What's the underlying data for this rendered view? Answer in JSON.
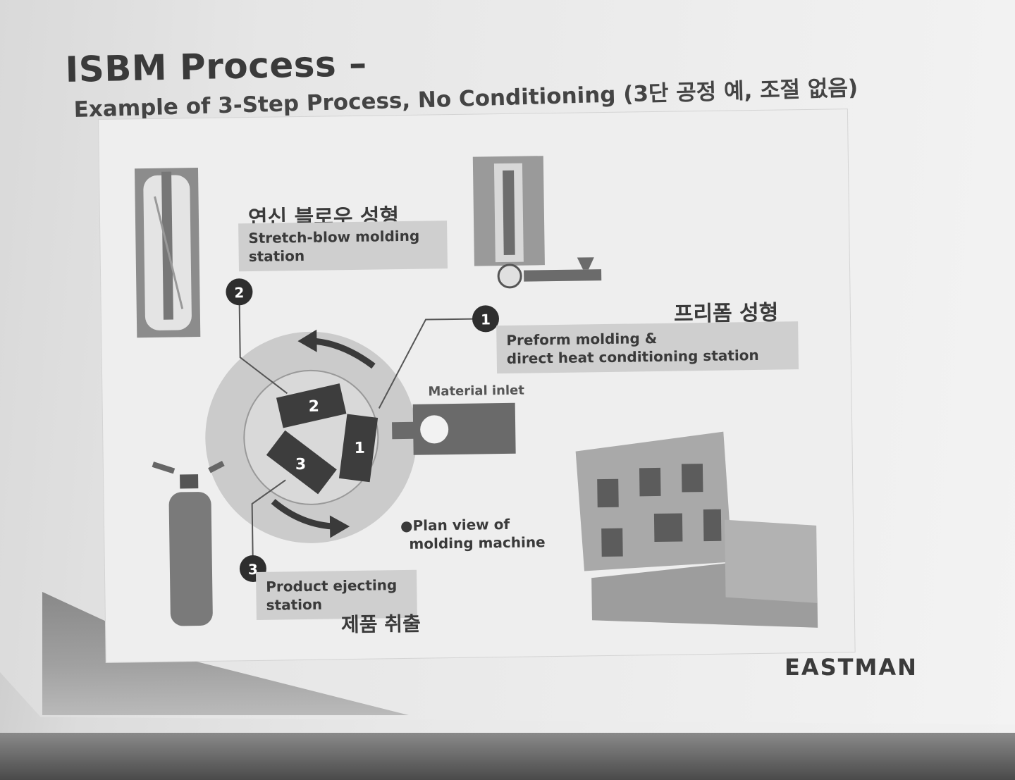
{
  "slide": {
    "title": "ISBM Process –",
    "subtitle": "Example of 3-Step Process, No Conditioning (3단 공정 예, 조절 없음)",
    "logo": "EASTMAN"
  },
  "stations": {
    "s2_ko": "연신 블로우 성형",
    "s2_en_line1": "Stretch-blow molding",
    "s2_en_line2": "station",
    "s1_ko": "프리폼 성형",
    "s1_en_line1": "Preform molding &",
    "s1_en_line2": "direct heat conditioning station",
    "s3_en_line1": "Product ejecting",
    "s3_en_line2": "station",
    "s3_ko": "제품 취출"
  },
  "markers": {
    "m1": "1",
    "m2": "2",
    "m3": "3"
  },
  "labels": {
    "material_inlet": "Material inlet",
    "plan_line1": "●Plan view of",
    "plan_line2": "molding machine"
  },
  "colors": {
    "dark": "#3a3a3a",
    "box": "#cfcfcf",
    "disk": "#c9c9c9"
  }
}
